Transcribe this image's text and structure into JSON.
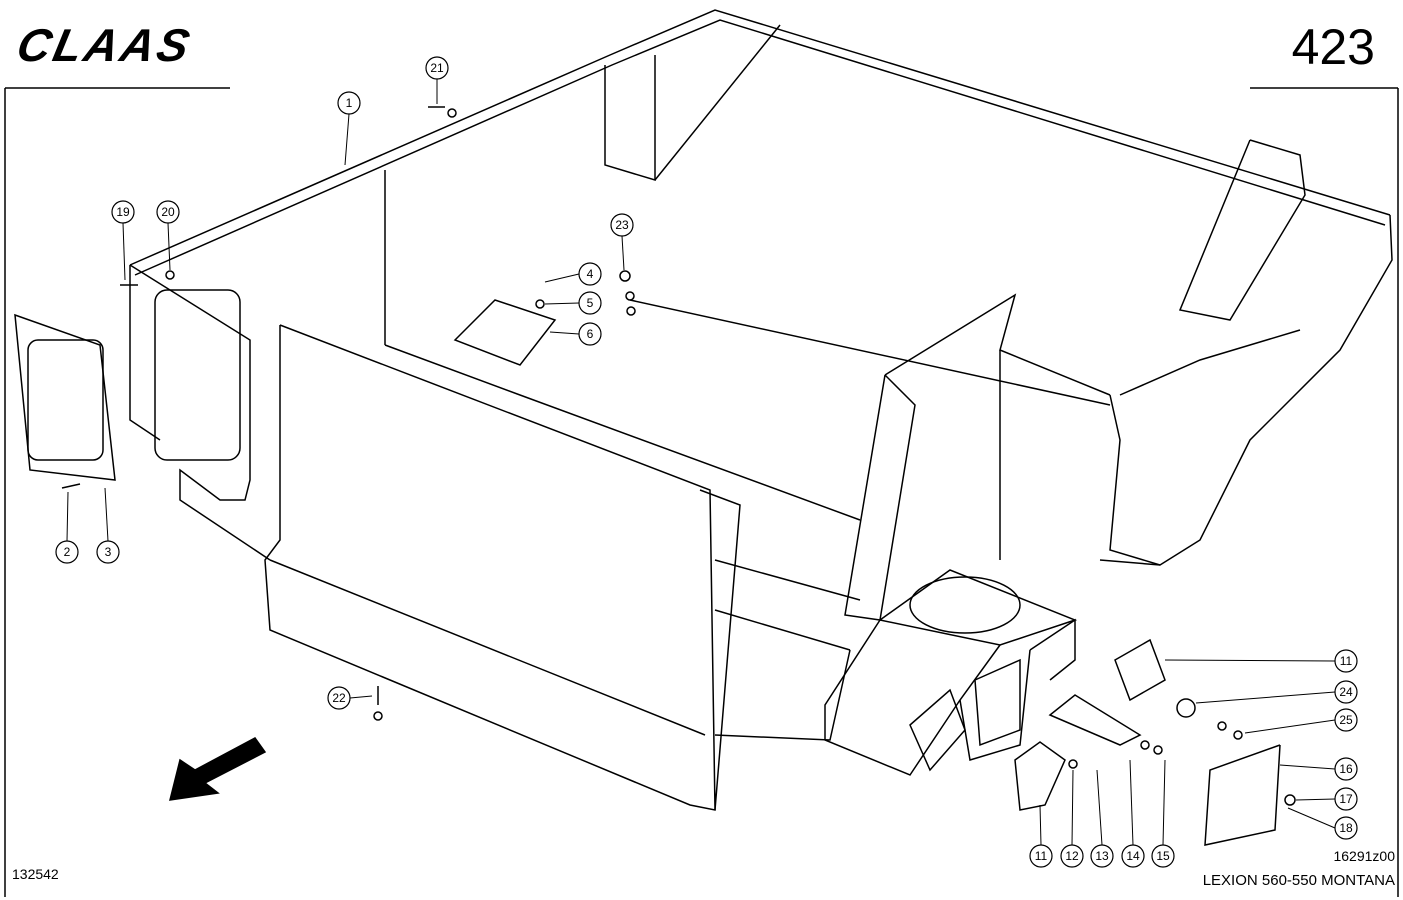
{
  "header": {
    "brand": "CLAAS",
    "page_number": "423"
  },
  "footer": {
    "drawing_number": "132542",
    "figure_code": "16291z00",
    "model": "LEXION 560-550 MONTANA"
  },
  "callouts": {
    "c1": "1",
    "c2": "2",
    "c3": "3",
    "c4": "4",
    "c5": "5",
    "c6": "6",
    "c11a": "11",
    "c11b": "11",
    "c12": "12",
    "c13": "13",
    "c14": "14",
    "c15": "15",
    "c16": "16",
    "c17": "17",
    "c18": "18",
    "c19": "19",
    "c20": "20",
    "c21": "21",
    "c22": "22",
    "c23": "23",
    "c24": "24",
    "c25": "25"
  }
}
